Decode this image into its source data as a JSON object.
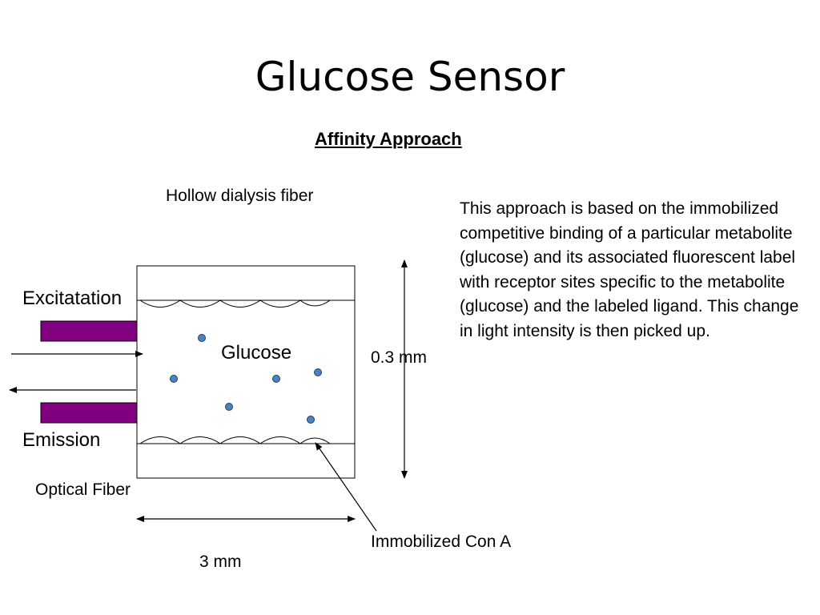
{
  "slide": {
    "title": "Glucose Sensor",
    "subtitle": "Affinity Approach"
  },
  "labels": {
    "hollow_fiber": "Hollow dialysis fiber",
    "excitation": "Excitatation",
    "emission": "Emission",
    "glucose": "Glucose",
    "height_dimension": "0.3 mm",
    "optical_fiber": "Optical Fiber",
    "immobilized": "Immobilized Con A",
    "width_dimension": "3 mm"
  },
  "description": "This approach is based on the immobilized competitive binding of a particular metabolite (glucose) and its associated fluorescent label with receptor sites specific to the metabolite (glucose) and the labeled ligand. This change in light intensity is then picked up.",
  "colors": {
    "optical_fiber_bands": "#800080",
    "glucose_dots": "#4f81bd"
  }
}
